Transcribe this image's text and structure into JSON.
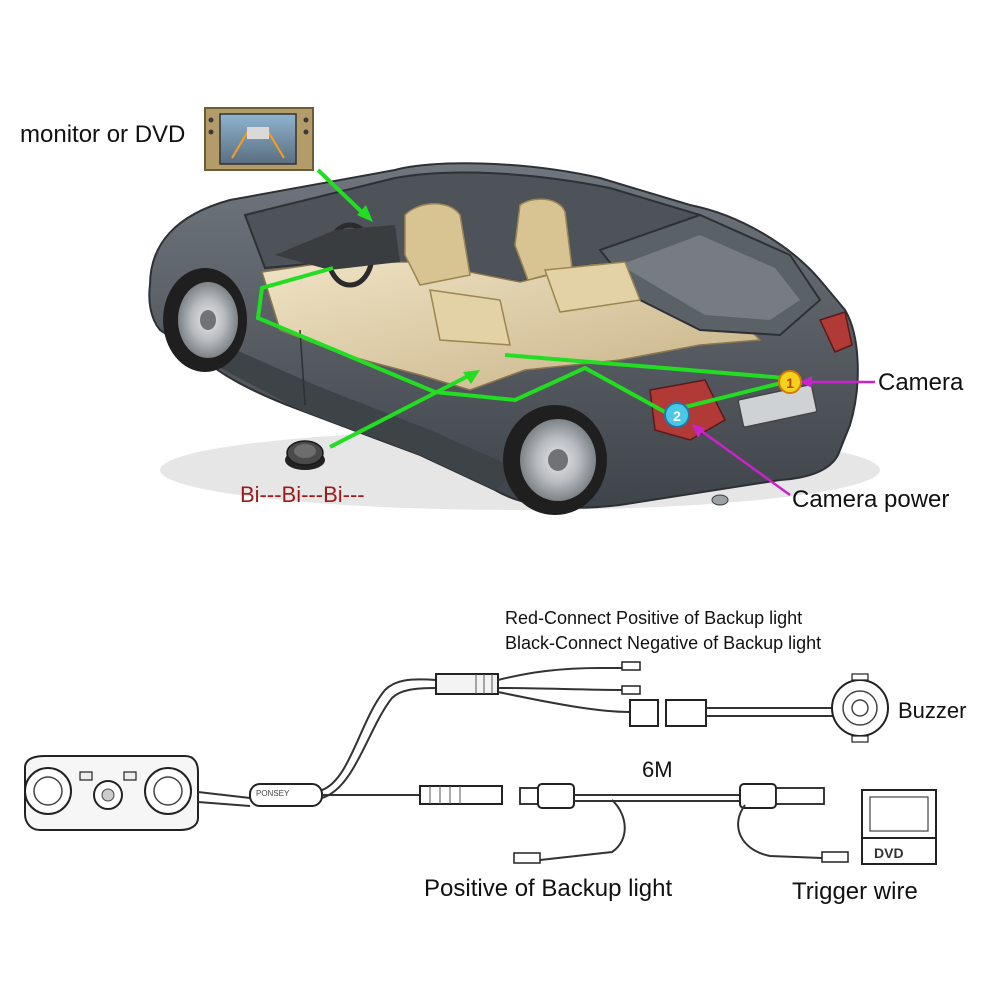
{
  "labels": {
    "monitor": "monitor or DVD",
    "camera": "Camera",
    "camera_power": "Camera power",
    "beep": "Bi---Bi---Bi---",
    "red_wire": "Red-Connect Positive of Backup light",
    "black_wire": "Black-Connect Negative of Backup light",
    "buzzer": "Buzzer",
    "cable_length": "6M",
    "positive_backup": "Positive of Backup light",
    "trigger_wire": "Trigger wire",
    "dvd_box": "DVD",
    "brand": "PONSEY"
  },
  "markers": {
    "camera_number": "1",
    "power_number": "2"
  },
  "colors": {
    "guide_line": "#22dd22",
    "pointer": "#cc22cc",
    "camera_marker": "#f2d21a",
    "power_marker": "#49c9e6",
    "car_body": "#5b6168",
    "interior": "#d9c9a3",
    "beep_text": "#9b1b1b"
  }
}
